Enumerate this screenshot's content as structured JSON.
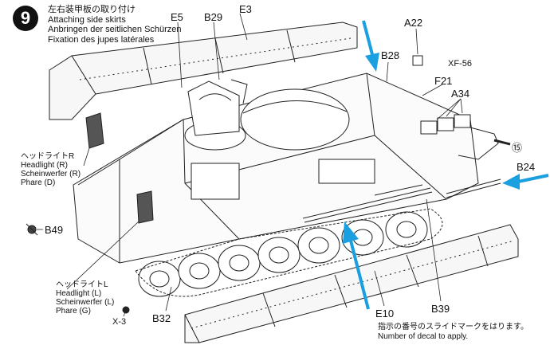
{
  "step": {
    "number": "9",
    "title_jp": "左右装甲板の取り付け",
    "title_en": "Attaching side skirts",
    "title_de": "Anbringen der seitlichen Schürzen",
    "title_fr": "Fixation des jupes latérales"
  },
  "parts": {
    "e5": "E5",
    "b29": "B29",
    "e3": "E3",
    "a22": "A22",
    "b28": "B28",
    "xf56": "XF-56",
    "f21": "F21",
    "a34": "A34",
    "decal15": "⑮",
    "b24": "B24",
    "b49": "B49",
    "x3": "X-3",
    "b32": "B32",
    "e10": "E10",
    "b39": "B39"
  },
  "headlight_r": {
    "jp": "ヘッドライトR",
    "en": "Headlight (R)",
    "de": "Scheinwerfer (R)",
    "fr": "Phare (D)"
  },
  "headlight_l": {
    "jp": "ヘッドライトL",
    "en": "Headlight (L)",
    "de": "Scheinwerfer (L)",
    "fr": "Phare (G)"
  },
  "decal_note": {
    "jp": "指示の番号のスライドマークをはります。",
    "en": "Number of decal to apply."
  },
  "colors": {
    "ink": "#111111",
    "arrow_blue": "#1a9fe0",
    "paper": "#ffffff"
  }
}
